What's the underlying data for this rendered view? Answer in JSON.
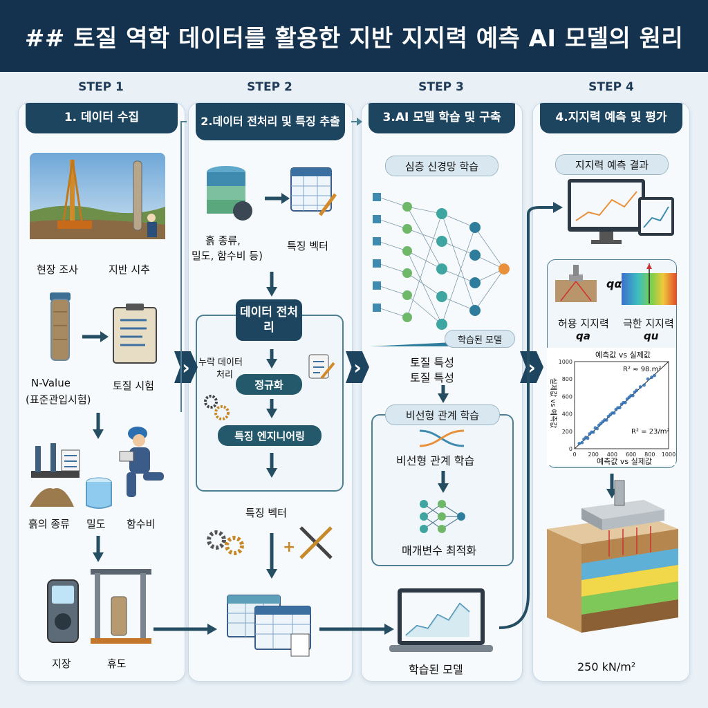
{
  "title": "## 토질 역학 데이터를 활용한 지반 지지력 예측 AI 모델의 원리",
  "steps": [
    {
      "label": "STEP 1",
      "header": "1. 데이터 수집"
    },
    {
      "label": "STEP 2",
      "header": "2.데이터 전처리 및 특징 추출"
    },
    {
      "label": "STEP 3",
      "header": "3.AI 모델 학습 및 구축"
    },
    {
      "label": "STEP 4",
      "header": "4.지지력 예측 및 평가"
    }
  ],
  "col1": {
    "field_survey": "현장 조사",
    "ground_boring": "지반 시추",
    "nvalue": "N-Value",
    "nvalue_sub": "(표준관입시험)",
    "soil_test": "토질 시험",
    "soil_type": "흙의 종류",
    "density": "밀도",
    "water_content": "함수비",
    "jijang": "지장",
    "heudo": "휴도"
  },
  "col2": {
    "input_line1": "흙 종류,",
    "input_line2": "밀도, 함수비 등)",
    "feature_vector_top": "특징 벡터",
    "preprocess": "데이터 전처리",
    "missing_line1": "누락 데이터",
    "missing_line2": "처리",
    "normalize": "정규화",
    "feature_eng": "특징 엔지니어링",
    "feature_vector_bottom": "특징 벡터"
  },
  "col3": {
    "dnn": "심층 신경망 학습",
    "trained_badge": "학습된 모델",
    "soil_char1": "토질 특성",
    "soil_char2": "토질 특성",
    "nonlinear_head": "비선형 관계 학습",
    "nonlinear": "비선형 관계 학습",
    "param_opt": "매개변수 최적화",
    "trained_model": "학습된 모델"
  },
  "col4": {
    "result": "지지력 예측 결과",
    "allowable": "허용 지지력",
    "qa": "qa",
    "ultimate": "극한 지지력",
    "qu": "qu",
    "q_alpha": "qα",
    "scatter_title": "예측값 vs 실제값",
    "scatter_xlabel": "예측값 vs 실제값",
    "scatter_ylabel": "실제값 vs 예측값",
    "r2_top": "R² ≈ 98.m²",
    "r2_bottom": "R² = 23/m²",
    "final_value": "250 kN/m²"
  },
  "chart_data": {
    "type": "scatter",
    "title": "예측값 vs 실제값",
    "xlabel": "예측값 vs 실제값",
    "ylabel": "실제값 vs 예측값",
    "xlim": [
      0,
      1000
    ],
    "ylim": [
      0,
      1000
    ],
    "x_ticks": [
      0,
      200,
      400,
      600,
      800,
      1000
    ],
    "y_ticks": [
      0,
      200,
      400,
      600,
      800,
      1000
    ],
    "x": [
      50,
      80,
      100,
      120,
      140,
      160,
      180,
      200,
      220,
      240,
      260,
      280,
      300,
      320,
      340,
      360,
      380,
      400,
      420,
      440,
      460,
      480,
      500,
      520,
      540,
      560,
      580,
      600,
      620,
      640,
      660,
      700,
      740,
      780,
      820,
      850
    ],
    "y": [
      60,
      70,
      110,
      130,
      120,
      170,
      190,
      190,
      240,
      230,
      270,
      290,
      310,
      330,
      330,
      370,
      390,
      410,
      410,
      450,
      470,
      470,
      510,
      530,
      530,
      570,
      590,
      610,
      610,
      650,
      670,
      710,
      730,
      800,
      820,
      840
    ]
  },
  "colors": {
    "header_bg": "#14324e",
    "col_header": "#1d4560",
    "accent": "#24586b",
    "arrow": "#254e63"
  }
}
